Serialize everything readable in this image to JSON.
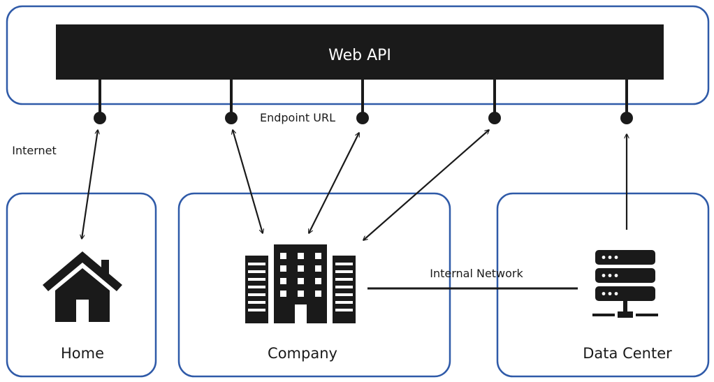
{
  "api": {
    "title": "Web API"
  },
  "labels": {
    "endpoint_url": "Endpoint URL",
    "internet": "Internet",
    "internal_network": "Internal Network"
  },
  "locations": {
    "home": "Home",
    "company": "Company",
    "data_center": "Data Center"
  },
  "colors": {
    "box_border": "#2f5aa8",
    "api_bar": "#1a1a1a",
    "ink": "#1a1a1a"
  },
  "icons": {
    "home": "house-icon",
    "company": "office-building-icon",
    "data_center": "server-rack-icon"
  }
}
